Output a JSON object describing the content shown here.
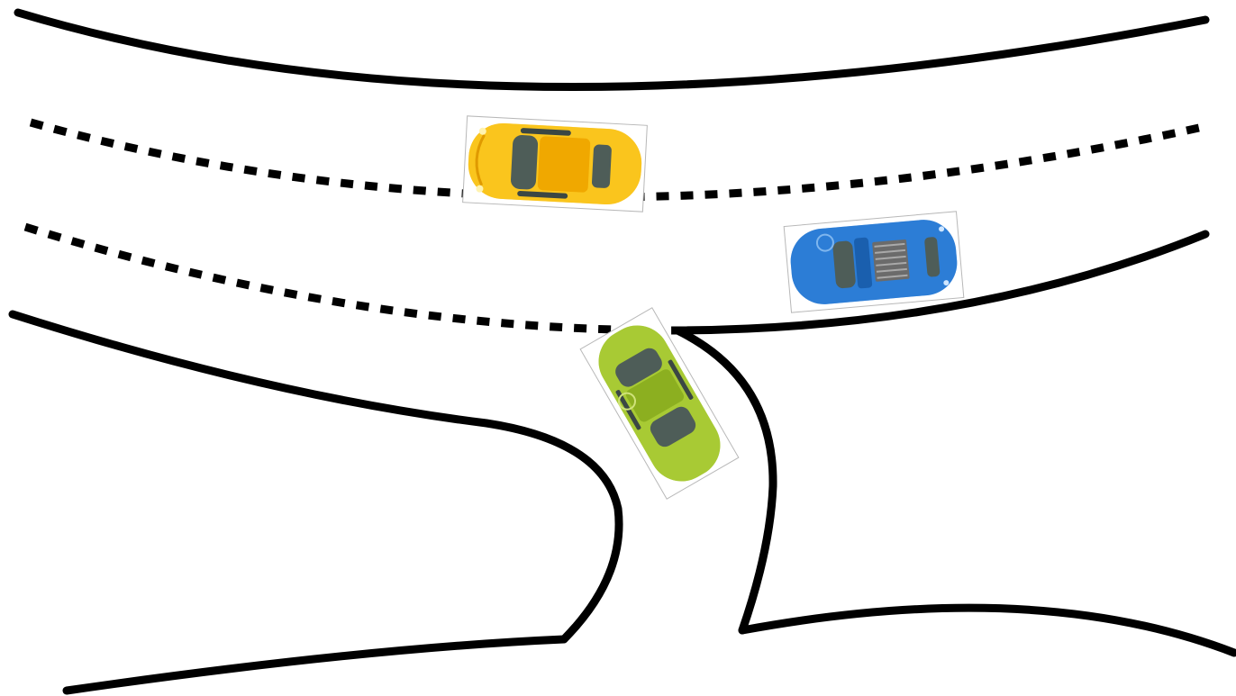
{
  "scene": {
    "description_free": true,
    "road": {
      "edge_color": "#000000",
      "lane_marking": "dashed"
    },
    "vehicles": [
      {
        "name": "yellow-car",
        "color": "#f5b800",
        "heading": "left"
      },
      {
        "name": "blue-car",
        "color": "#1f6fc9",
        "heading": "right"
      },
      {
        "name": "green-car",
        "color": "#9cbf2a",
        "heading": "up-left"
      }
    ]
  }
}
